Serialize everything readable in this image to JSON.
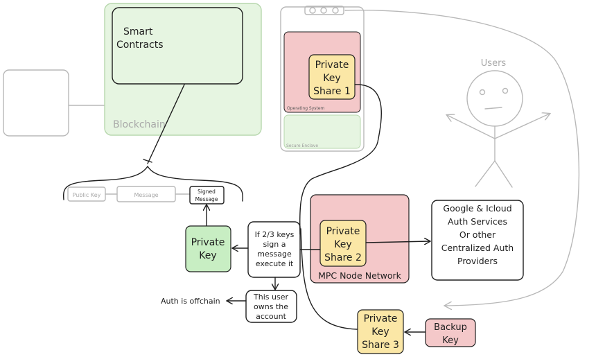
{
  "colors": {
    "blockchain_fill": "#e6f5e1",
    "blockchain_stroke": "#b7d7ad",
    "os_fill": "#f4c8c9",
    "enclave_fill": "#e6f5e1",
    "key_share_fill": "#fbe7a6",
    "key_share_stroke": "#c9a545",
    "private_key_fill": "#c8eec3",
    "backup_fill": "#f4c8c9",
    "mpc_fill": "#f4c8c9",
    "grey_text": "#a8a8a8",
    "ink": "#1e1e1e"
  },
  "blockchain": {
    "label": "Blockchain",
    "contracts_line1": "Smart",
    "contracts_line2": "Contracts"
  },
  "message_bar": {
    "public_key": "Public Key",
    "message": "Message",
    "signed_line1": "Signed",
    "signed_line2": "Message"
  },
  "phone": {
    "os_label": "Operating System",
    "enclave_label": "Secure Enclave",
    "share1_line1": "Private",
    "share1_line2": "Key",
    "share1_line3": "Share 1"
  },
  "users": {
    "label": "Users"
  },
  "mpc": {
    "label": "MPC Node Network",
    "share2_line1": "Private",
    "share2_line2": "Key",
    "share2_line3": "Share 2"
  },
  "auth_providers": {
    "line1": "Google & Icloud",
    "line2": "Auth Services",
    "line3": "Or other",
    "line4": "Centralized Auth",
    "line5": "Providers"
  },
  "private_key": {
    "line1": "Private",
    "line2": "Key"
  },
  "condition": {
    "line1": "If 2/3 keys",
    "line2": "sign a",
    "line3": "message",
    "line4": "execute it"
  },
  "owner": {
    "line1": "This user",
    "line2": "owns the",
    "line3": "account"
  },
  "auth_offchain": {
    "label": "Auth is offchain"
  },
  "share3": {
    "line1": "Private",
    "line2": "Key",
    "line3": "Share 3"
  },
  "backup": {
    "line1": "Backup",
    "line2": "Key"
  }
}
